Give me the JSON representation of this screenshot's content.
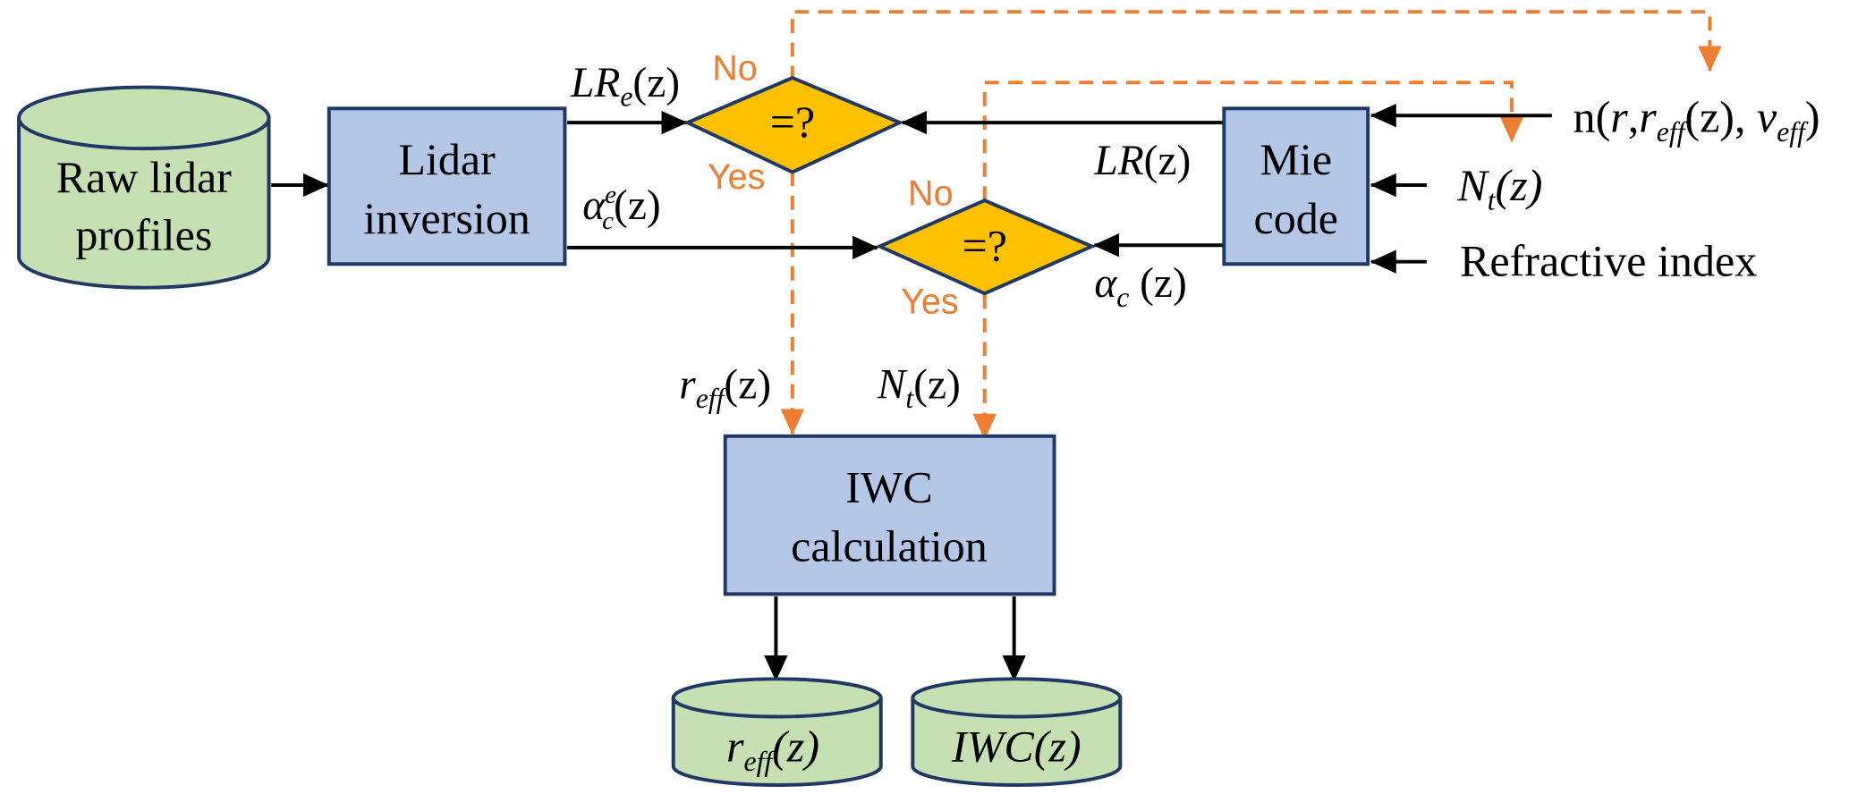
{
  "diagram": {
    "nodes": {
      "raw": {
        "line1": "Raw lidar",
        "line2": "profiles"
      },
      "lidar": {
        "line1": "Lidar",
        "line2": "inversion"
      },
      "cmp1": {
        "label": "=?",
        "no": "No",
        "yes": "Yes"
      },
      "cmp2": {
        "label": "=?",
        "no": "No",
        "yes": "Yes"
      },
      "mie": {
        "line1": "Mie",
        "line2": "code"
      },
      "iwc": {
        "line1": "IWC",
        "line2": "calculation"
      },
      "out_reff": {
        "main": "r",
        "sub": "eff",
        "tail": "(z)"
      },
      "out_iwc": {
        "main": "IWC",
        "tail": "(z)"
      }
    },
    "edge_labels": {
      "lre": {
        "main": "LR",
        "sub": "e",
        "tail": "(z)"
      },
      "alpha_ce": {
        "main": "α",
        "sub": "c",
        "sup": "e",
        "tail": "(z)"
      },
      "lr": {
        "main": "LR",
        "tail": "(z)"
      },
      "alpha_c": {
        "main": "α",
        "sub": "c",
        "tail": " (z)"
      },
      "reff": {
        "main": "r",
        "sub": "eff",
        "tail": "(z)"
      },
      "nt": {
        "main": "N",
        "sub": "t",
        "tail": "(z)"
      }
    },
    "inputs": {
      "size_dist": {
        "p1": "n(",
        "r": "r",
        "comma": ",",
        "r2": "r",
        "sub1": "eff",
        "z": "(z), ",
        "nu": "ν",
        "sub2": "eff",
        "close": ")"
      },
      "nt": {
        "main": "N",
        "sub": "t",
        "tail": "(z)"
      },
      "refr": "Refractive index"
    },
    "colors": {
      "green": "#c6e0b4",
      "blue": "#b4c7e7",
      "gold": "#ffc000",
      "orange": "#ed7d31",
      "outline": "#1f3864"
    }
  }
}
